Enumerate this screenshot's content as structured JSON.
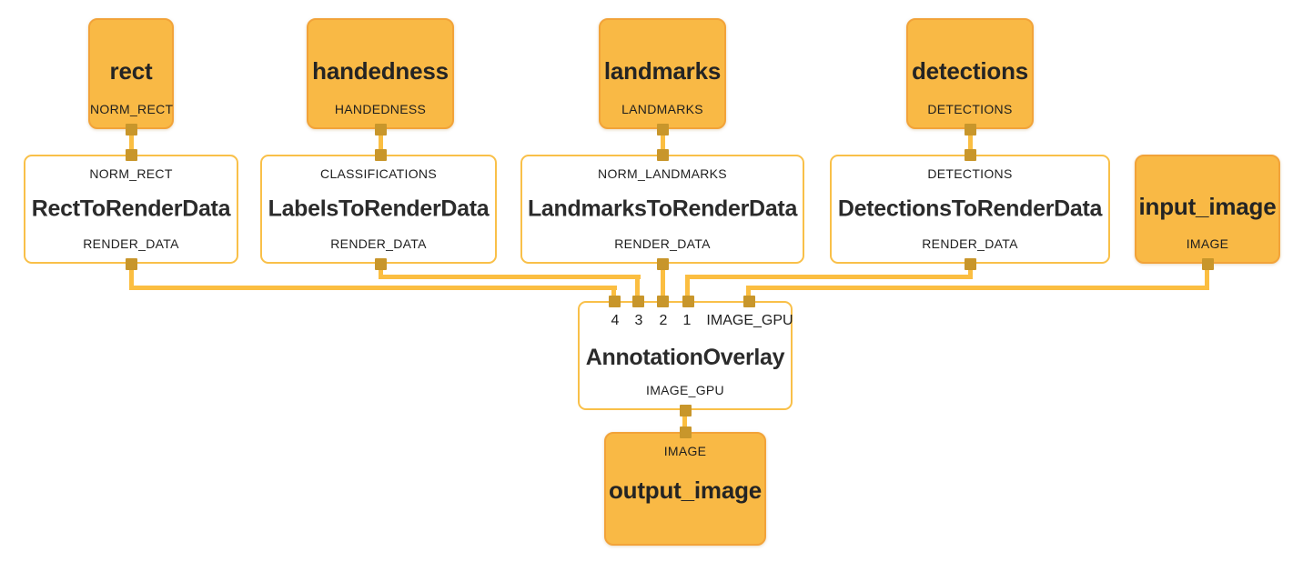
{
  "graph": {
    "sources": [
      {
        "title": "rect",
        "stream": "NORM_RECT"
      },
      {
        "title": "handedness",
        "stream": "HANDEDNESS"
      },
      {
        "title": "landmarks",
        "stream": "LANDMARKS"
      },
      {
        "title": "detections",
        "stream": "DETECTIONS"
      }
    ],
    "converters": [
      {
        "input": "NORM_RECT",
        "title": "RectToRenderData",
        "output": "RENDER_DATA"
      },
      {
        "input": "CLASSIFICATIONS",
        "title": "LabelsToRenderData",
        "output": "RENDER_DATA"
      },
      {
        "input": "NORM_LANDMARKS",
        "title": "LandmarksToRenderData",
        "output": "RENDER_DATA"
      },
      {
        "input": "DETECTIONS",
        "title": "DetectionsToRenderData",
        "output": "RENDER_DATA"
      }
    ],
    "input_image": {
      "title": "input_image",
      "stream": "IMAGE"
    },
    "overlay": {
      "title": "AnnotationOverlay",
      "input_ports": [
        "4",
        "3",
        "2",
        "1",
        "IMAGE_GPU"
      ],
      "output": "IMAGE_GPU"
    },
    "output_image": {
      "title": "output_image",
      "stream": "IMAGE"
    }
  },
  "colors": {
    "source_fill": "#F9B945",
    "source_border": "#F2A339",
    "calculator_border": "#F9C049",
    "wire": "#FBBE41",
    "port": "#C8962B",
    "text": "#242424",
    "background": "#FFFFFF"
  }
}
